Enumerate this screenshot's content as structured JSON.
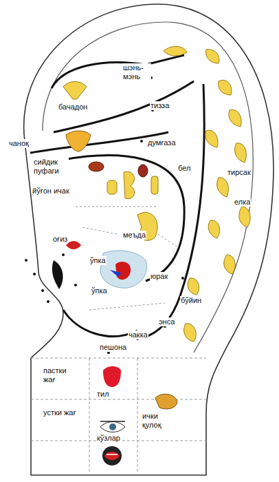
{
  "diagram": {
    "labels": [
      "бачадон",
      "шэнь- мэнь",
      "тизза",
      "чаноқ",
      "думғаза",
      "сийдик пуфаги",
      "бел",
      "тирсак",
      "йўғон ичак",
      "елка",
      "оғиз",
      "меъда",
      "ўпка",
      "юрак",
      "ўпка",
      "бўйин",
      "энса",
      "чакка",
      "пешона",
      "пастки жағ",
      "тил",
      "устки жағ",
      "кўзлар",
      "ички қулоқ"
    ]
  }
}
